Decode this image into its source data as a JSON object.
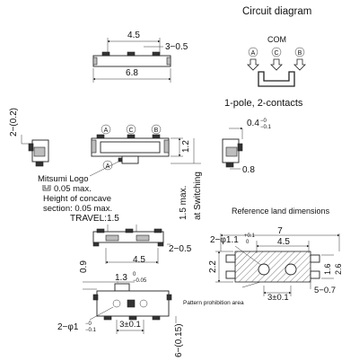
{
  "colors": {
    "line": "#222222",
    "text": "#111111",
    "background": "#ffffff",
    "shade": "#bdbdbd"
  },
  "circuit": {
    "title": "Circuit diagram",
    "com_label": "COM",
    "terminals": [
      "A",
      "C",
      "B"
    ],
    "caption": "1-pole, 2-contacts"
  },
  "top_view": {
    "dim_width": "4.5",
    "dim_pitch": "3−0.5",
    "dim_overall": "6.8"
  },
  "side_dims": {
    "left_small": "2−(0.2)",
    "right_tol_base": "0.4",
    "right_tol_upper": "−0",
    "right_tol_lower": "−0.1",
    "right_small": "0.8"
  },
  "front_view": {
    "terminals": [
      "A",
      "C",
      "B"
    ],
    "bottom_terminal": "A",
    "logo_note_1": "Mitsumi Logo",
    "logo_note_2": "0.05 max.",
    "concave_note_1": "Height of concave",
    "concave_note_2": "section: 0.05 max.",
    "travel": "TRAVEL:1.5",
    "height_dim": "1.2",
    "switching_dim": "1.5 max.",
    "switching_note": "at Switching"
  },
  "bottom_view": {
    "dim_span": "4.5",
    "dim_pad": "2−0.5",
    "dim_height": "0.9",
    "dim_boss_base": "1.3",
    "dim_boss_upper": "0",
    "dim_boss_lower": "−0.05",
    "dim_hole_prefix": "2−φ1",
    "dim_hole_upper": "−0",
    "dim_hole_lower": "−0.1",
    "dim_hole_pitch": "3±0.1",
    "dim_bottom": "6−(0.15)"
  },
  "land": {
    "title": "Reference land dimensions",
    "dim_overall": "7",
    "dim_pitch": "4.5",
    "dim_hole_prefix": "2−φ1.1",
    "dim_hole_upper": "+0.1",
    "dim_hole_lower": "0",
    "dim_height": "2.2",
    "dim_right_a": "1.6",
    "dim_right_b": "2.6",
    "dim_hole_pitch": "3±0.1",
    "dim_pad": "5−0.7",
    "prohibit_label": "Pattern prohibition area"
  }
}
